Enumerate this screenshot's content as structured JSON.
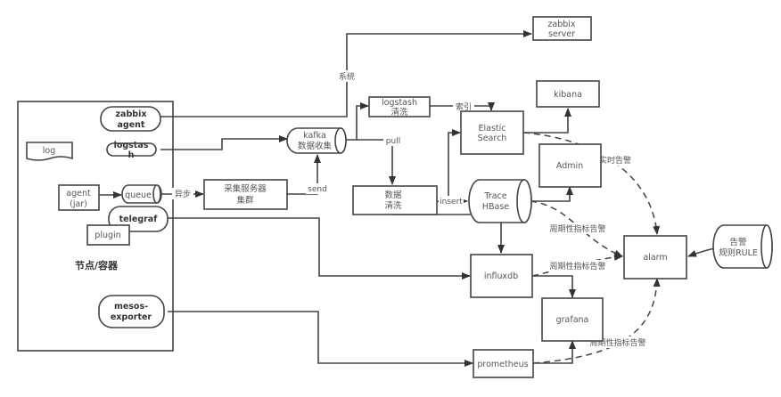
{
  "node_container": {
    "title": "节点/容器"
  },
  "nodes": {
    "zabbix_agent": [
      "zabbix",
      "agent"
    ],
    "logstash_agent": [
      "logstas",
      "h"
    ],
    "log": "log",
    "agent_jar": [
      "agent",
      "(jar)"
    ],
    "queue": "queue",
    "telegraf": "telegraf",
    "plugin": "plugin",
    "mesos_exporter": [
      "mesos-",
      "exporter"
    ],
    "collector_cluster": [
      "采集服务器",
      "集群"
    ],
    "kafka": [
      "kafka",
      "数据收集"
    ],
    "zabbix_server": [
      "zabbix",
      "server"
    ],
    "logstash_clean": [
      "logstash",
      "清洗"
    ],
    "elastic_search": [
      "Elastic",
      "Search"
    ],
    "kibana": "kibana",
    "admin": "Admin",
    "data_clean": [
      "数据",
      "清洗"
    ],
    "trace_hbase": [
      "Trace",
      "HBase"
    ],
    "influxdb": "influxdb",
    "grafana": "grafana",
    "prometheus": "prometheus",
    "alarm": "alarm",
    "alarm_rule": [
      "告警",
      "规则RULE"
    ]
  },
  "edge_labels": {
    "system": "系统",
    "async": "异步",
    "send": "send",
    "pull": "pull",
    "index": "索引",
    "insert": "insert",
    "realtime_alarm": "实时告警",
    "periodic_alarm_hbase": "周期性指标告警",
    "periodic_alarm_influx": "周期性指标告警",
    "periodic_alarm_prom": "周期性指标告警"
  }
}
